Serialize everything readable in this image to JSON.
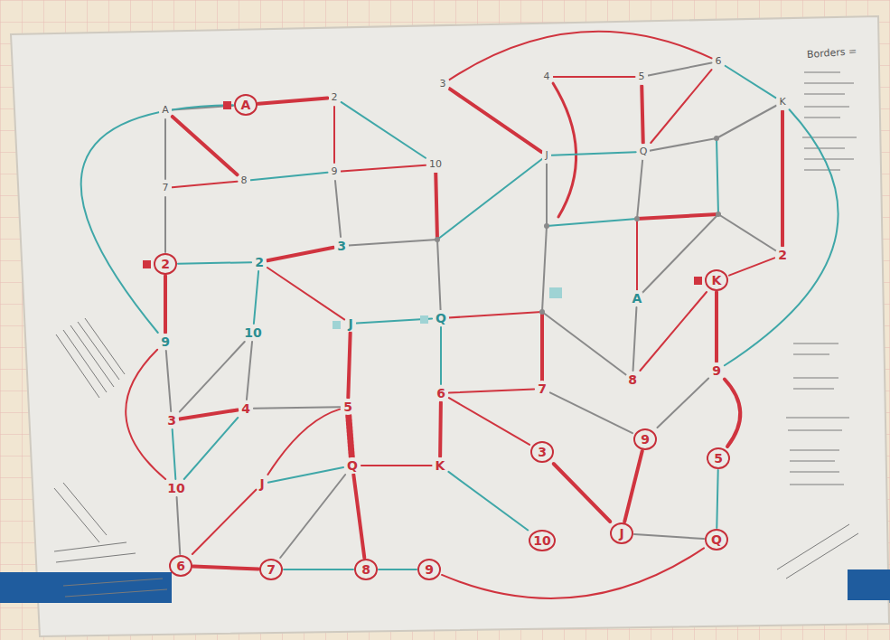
{
  "diagram": {
    "nodes": [
      {
        "text": [
          "A"
        ]
      },
      {
        "text": [
          "A"
        ]
      },
      {
        "text": [
          "2"
        ]
      },
      {
        "text": [
          "3"
        ]
      },
      {
        "text": [
          "4"
        ]
      },
      {
        "text": [
          "5"
        ]
      },
      {
        "text": [
          "6"
        ]
      },
      {
        "text": [
          "K"
        ]
      },
      {
        "text": [
          "7"
        ]
      },
      {
        "text": [
          "8"
        ]
      },
      {
        "text": [
          "9"
        ]
      },
      {
        "text": [
          "10"
        ]
      },
      {
        "text": [
          "J"
        ]
      },
      {
        "text": [
          "Q"
        ]
      },
      {
        "text": [
          "2"
        ]
      },
      {
        "text": [
          "2"
        ]
      },
      {
        "text": [
          "3"
        ]
      },
      {
        "text": [
          "2"
        ]
      },
      {
        "text": [
          "9"
        ]
      },
      {
        "text": [
          "10"
        ]
      },
      {
        "text": [
          "J"
        ]
      },
      {
        "text": [
          "Q"
        ]
      },
      {
        "text": [
          "A"
        ]
      },
      {
        "text": [
          "K"
        ]
      },
      {
        "text": [
          "3"
        ]
      },
      {
        "text": [
          "4"
        ]
      },
      {
        "text": [
          "5"
        ]
      },
      {
        "text": [
          "6"
        ]
      },
      {
        "text": [
          "7"
        ]
      },
      {
        "text": [
          "8"
        ]
      },
      {
        "text": [
          "9"
        ]
      },
      {
        "text": [
          "10"
        ]
      },
      {
        "text": [
          "J"
        ]
      },
      {
        "text": [
          "Q"
        ]
      },
      {
        "text": [
          "K"
        ]
      },
      {
        "text": [
          "3"
        ]
      },
      {
        "text": [
          "9"
        ]
      },
      {
        "text": [
          "5"
        ]
      },
      {
        "text": [
          "6"
        ]
      },
      {
        "text": [
          "7"
        ]
      },
      {
        "text": [
          "8"
        ]
      },
      {
        "text": [
          "9"
        ]
      },
      {
        "text": [
          "10"
        ]
      },
      {
        "text": [
          "J"
        ]
      },
      {
        "text": [
          "Q"
        ]
      }
    ],
    "edges": [
      {
        "from": 0,
        "to": 1,
        "arrow": "none"
      },
      {
        "from": 1,
        "to": 2,
        "arrow": "none"
      },
      {
        "from": 2,
        "to": 11,
        "arrow": "none"
      },
      {
        "from": 3,
        "to": 6,
        "arrow": "none"
      },
      {
        "from": 4,
        "to": 5,
        "arrow": "none"
      },
      {
        "from": 5,
        "to": 6,
        "arrow": "none"
      },
      {
        "from": 6,
        "to": 7,
        "arrow": "none"
      },
      {
        "from": 3,
        "to": 12,
        "arrow": "none"
      },
      {
        "from": 5,
        "to": 13,
        "arrow": "none"
      },
      {
        "from": 6,
        "to": 13,
        "arrow": "none"
      },
      {
        "from": 7,
        "to": 17,
        "arrow": "none"
      },
      {
        "from": 0,
        "to": 8,
        "arrow": "none"
      },
      {
        "from": 0,
        "to": 9,
        "arrow": "none"
      },
      {
        "from": 8,
        "to": 9,
        "arrow": "none"
      },
      {
        "from": 8,
        "to": 14,
        "arrow": "none"
      },
      {
        "from": 14,
        "to": 18,
        "arrow": "none"
      },
      {
        "from": 9,
        "to": 10,
        "arrow": "none"
      },
      {
        "from": 10,
        "to": 11,
        "arrow": "none"
      },
      {
        "from": 2,
        "to": 10,
        "arrow": "none"
      },
      {
        "from": 10,
        "to": 16,
        "arrow": "none"
      },
      {
        "from": 12,
        "to": 13,
        "arrow": "none"
      },
      {
        "from": 14,
        "to": 15,
        "arrow": "none"
      },
      {
        "from": 15,
        "to": 16,
        "arrow": "none"
      },
      {
        "from": 15,
        "to": 19,
        "arrow": "none"
      },
      {
        "from": 15,
        "to": 20,
        "arrow": "none"
      },
      {
        "from": 18,
        "to": 24,
        "arrow": "none"
      },
      {
        "from": 19,
        "to": 25,
        "arrow": "none"
      },
      {
        "from": 19,
        "to": 24,
        "arrow": "none"
      },
      {
        "from": 20,
        "to": 21,
        "arrow": "none"
      },
      {
        "from": 20,
        "to": 26,
        "arrow": "none"
      },
      {
        "from": 21,
        "to": 27,
        "arrow": "none"
      },
      {
        "from": 23,
        "to": 30,
        "arrow": "none"
      },
      {
        "from": 23,
        "to": 29,
        "arrow": "none"
      },
      {
        "from": 17,
        "to": 23,
        "arrow": "none"
      },
      {
        "from": 7,
        "to": 30,
        "arrow": "none"
      },
      {
        "from": 30,
        "to": 37,
        "arrow": "none"
      },
      {
        "from": 30,
        "to": 36,
        "arrow": "none"
      },
      {
        "from": 28,
        "to": 36,
        "arrow": "none"
      },
      {
        "from": 24,
        "to": 25,
        "arrow": "none"
      },
      {
        "from": 24,
        "to": 31,
        "arrow": "none"
      },
      {
        "from": 25,
        "to": 31,
        "arrow": "none"
      },
      {
        "from": 26,
        "to": 33,
        "arrow": "none"
      },
      {
        "from": 32,
        "to": 26,
        "arrow": "none"
      },
      {
        "from": 32,
        "to": 33,
        "arrow": "none"
      },
      {
        "from": 31,
        "to": 38,
        "arrow": "none"
      },
      {
        "from": 38,
        "to": 32,
        "arrow": "none"
      },
      {
        "from": 38,
        "to": 39,
        "arrow": "none"
      },
      {
        "from": 39,
        "to": 40,
        "arrow": "none"
      },
      {
        "from": 33,
        "to": 39,
        "arrow": "none"
      },
      {
        "from": 33,
        "to": 40,
        "arrow": "none"
      },
      {
        "from": 40,
        "to": 41,
        "arrow": "none"
      },
      {
        "from": 33,
        "to": 34,
        "arrow": "none"
      },
      {
        "from": 34,
        "to": 42,
        "arrow": "none"
      },
      {
        "from": 27,
        "to": 34,
        "arrow": "none"
      },
      {
        "from": 27,
        "to": 35,
        "arrow": "none"
      },
      {
        "from": 35,
        "to": 43,
        "arrow": "none"
      },
      {
        "from": 43,
        "to": 36,
        "arrow": "none"
      },
      {
        "from": 43,
        "to": 44,
        "arrow": "none"
      },
      {
        "from": 37,
        "to": 44,
        "arrow": "none"
      },
      {
        "from": 41,
        "to": 44,
        "arrow": "none"
      },
      {
        "from": 1,
        "to": 18,
        "arrow": "none"
      },
      {
        "from": 18,
        "to": 31,
        "arrow": "none"
      },
      {
        "from": 27,
        "to": 28,
        "arrow": "none"
      },
      {
        "from": 22,
        "to": 29,
        "arrow": "none"
      },
      {
        "from": 25,
        "to": 26,
        "arrow": "none"
      }
    ],
    "labels": [
      "Borders ="
    ]
  }
}
